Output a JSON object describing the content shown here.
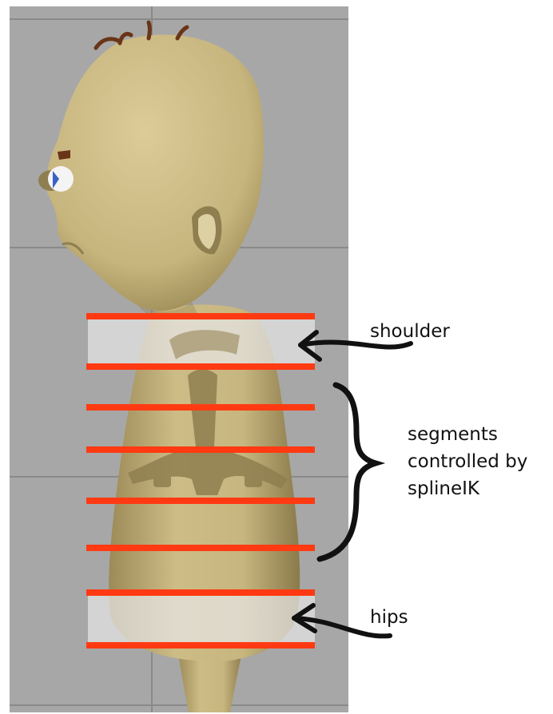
{
  "colors": {
    "viewport": "#a7a7a7",
    "grid": "#8a8a8a",
    "skin": "#cfbe88",
    "skin_shadow": "#8f7e4f",
    "skin_highlight": "#ddd0a2",
    "hair": "#6a3418",
    "band_fill": "#e6e6e6",
    "band_line": "#ff3a12",
    "arrow": "#111111"
  },
  "labels": {
    "shoulder": "shoulder",
    "segments": [
      "segments",
      "controlled by",
      "splineIK"
    ],
    "hips": "hips"
  }
}
